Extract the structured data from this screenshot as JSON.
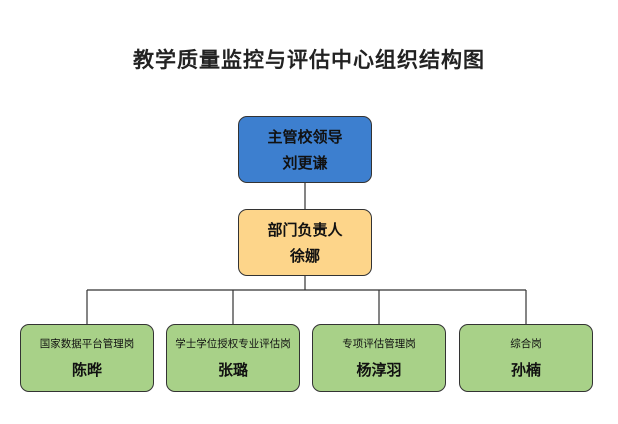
{
  "title": "教学质量监控与评估中心组织结构图",
  "leader": {
    "role": "主管校领导",
    "name": "刘更谦"
  },
  "head": {
    "role": "部门负责人",
    "name": "徐娜"
  },
  "staff": [
    {
      "role": "国家数据平台管理岗",
      "name": "陈晔"
    },
    {
      "role": "学士学位授权专业评估岗",
      "name": "张璐"
    },
    {
      "role": "专项评估管理岗",
      "name": "杨淳羽"
    },
    {
      "role": "综合岗",
      "name": "孙楠"
    }
  ],
  "colors": {
    "leader_fill": "#3d7fcf",
    "head_fill": "#fdd58a",
    "staff_fill": "#a8d188",
    "border": "#333333"
  }
}
